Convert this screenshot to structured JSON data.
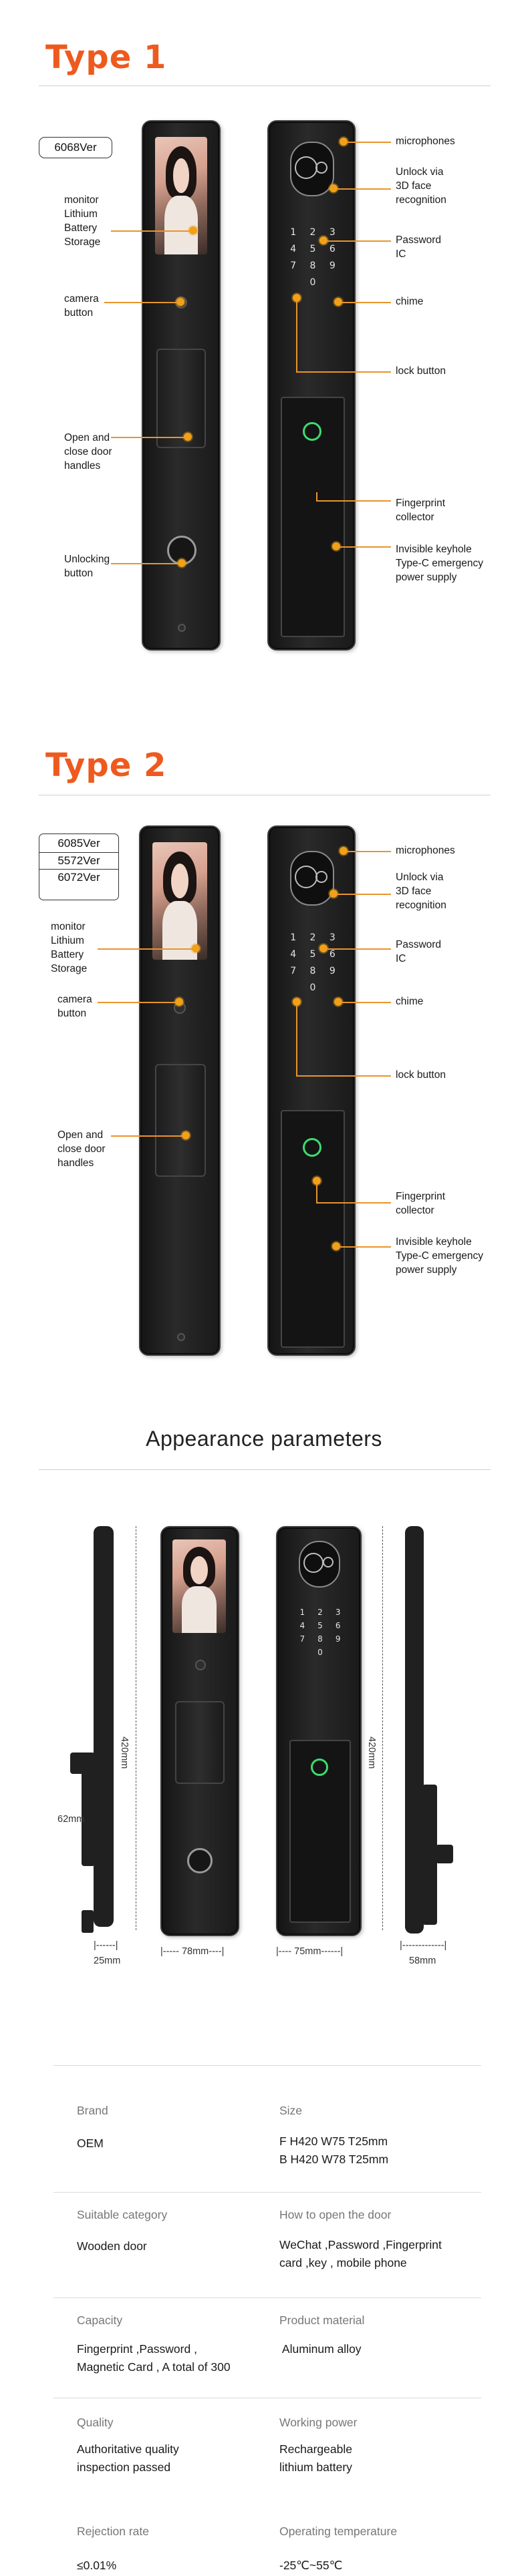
{
  "type1": {
    "title": "Type 1",
    "version": "6068Ver",
    "left_labels": [
      "monitor\nLithium\nBattery\nStorage",
      "camera\nbutton",
      "Open and\nclose door\nhandles",
      "Unlocking\nbutton"
    ],
    "right_labels": [
      "microphones",
      "Unlock via\n3D face\nrecognition",
      "Password\nIC",
      "chime",
      "lock button",
      "Fingerprint\ncollector",
      "Invisible keyhole\nType-C emergency\npower supply"
    ]
  },
  "type2": {
    "title": "Type 2",
    "versions": [
      "6085Ver",
      "5572Ver",
      "6072Ver"
    ],
    "left_labels": [
      "monitor\nLithium\nBattery\nStorage",
      "camera\nbutton",
      "Open and\nclose door\nhandles"
    ],
    "right_labels": [
      "microphones",
      "Unlock via\n3D face\nrecognition",
      "Password\nIC",
      "chime",
      "lock button",
      "Fingerprint\ncollector",
      "Invisible keyhole\nType-C emergency\npower supply"
    ]
  },
  "keypad": [
    "1",
    "2",
    "3",
    "4",
    "5",
    "6",
    "7",
    "8",
    "9",
    "",
    "0",
    ""
  ],
  "appearance": {
    "title": "Appearance parameters",
    "dims": {
      "side_left_depth": "62mm",
      "height_left": "420mm",
      "height_right": "420mm",
      "left_thickness": "25mm",
      "front_width": "78mm",
      "back_width": "75mm",
      "right_depth": "58mm"
    }
  },
  "specs": [
    {
      "l_head": "Brand",
      "l_val": "OEM",
      "r_head": "Size",
      "r_val": "F H420 W75 T25mm\nB H420 W78 T25mm"
    },
    {
      "l_head": "Suitable category",
      "l_val": "Wooden door",
      "r_head": "How to open the door",
      "r_val": "WeChat ,Password ,Fingerprint\ncard ,key , mobile phone"
    },
    {
      "l_head": "Capacity",
      "l_val": "Fingerprint ,Password ,\nMagnetic Card , A total of 300",
      "r_head": "Product material",
      "r_val": " Aluminum alloy"
    },
    {
      "l_head": "Quality",
      "l_val": "Authoritative quality\ninspection passed",
      "r_head": "Working power",
      "r_val": "Rechargeable\nlithium battery"
    },
    {
      "l_head": "Rejection rate",
      "l_val": "≤0.01%",
      "r_head": "Operating temperature",
      "r_val": "-25℃~55℃"
    }
  ],
  "colors": {
    "accent": "#ee5a1e",
    "leader": "#e8952c",
    "fingerprint": "#3cdd6f"
  }
}
